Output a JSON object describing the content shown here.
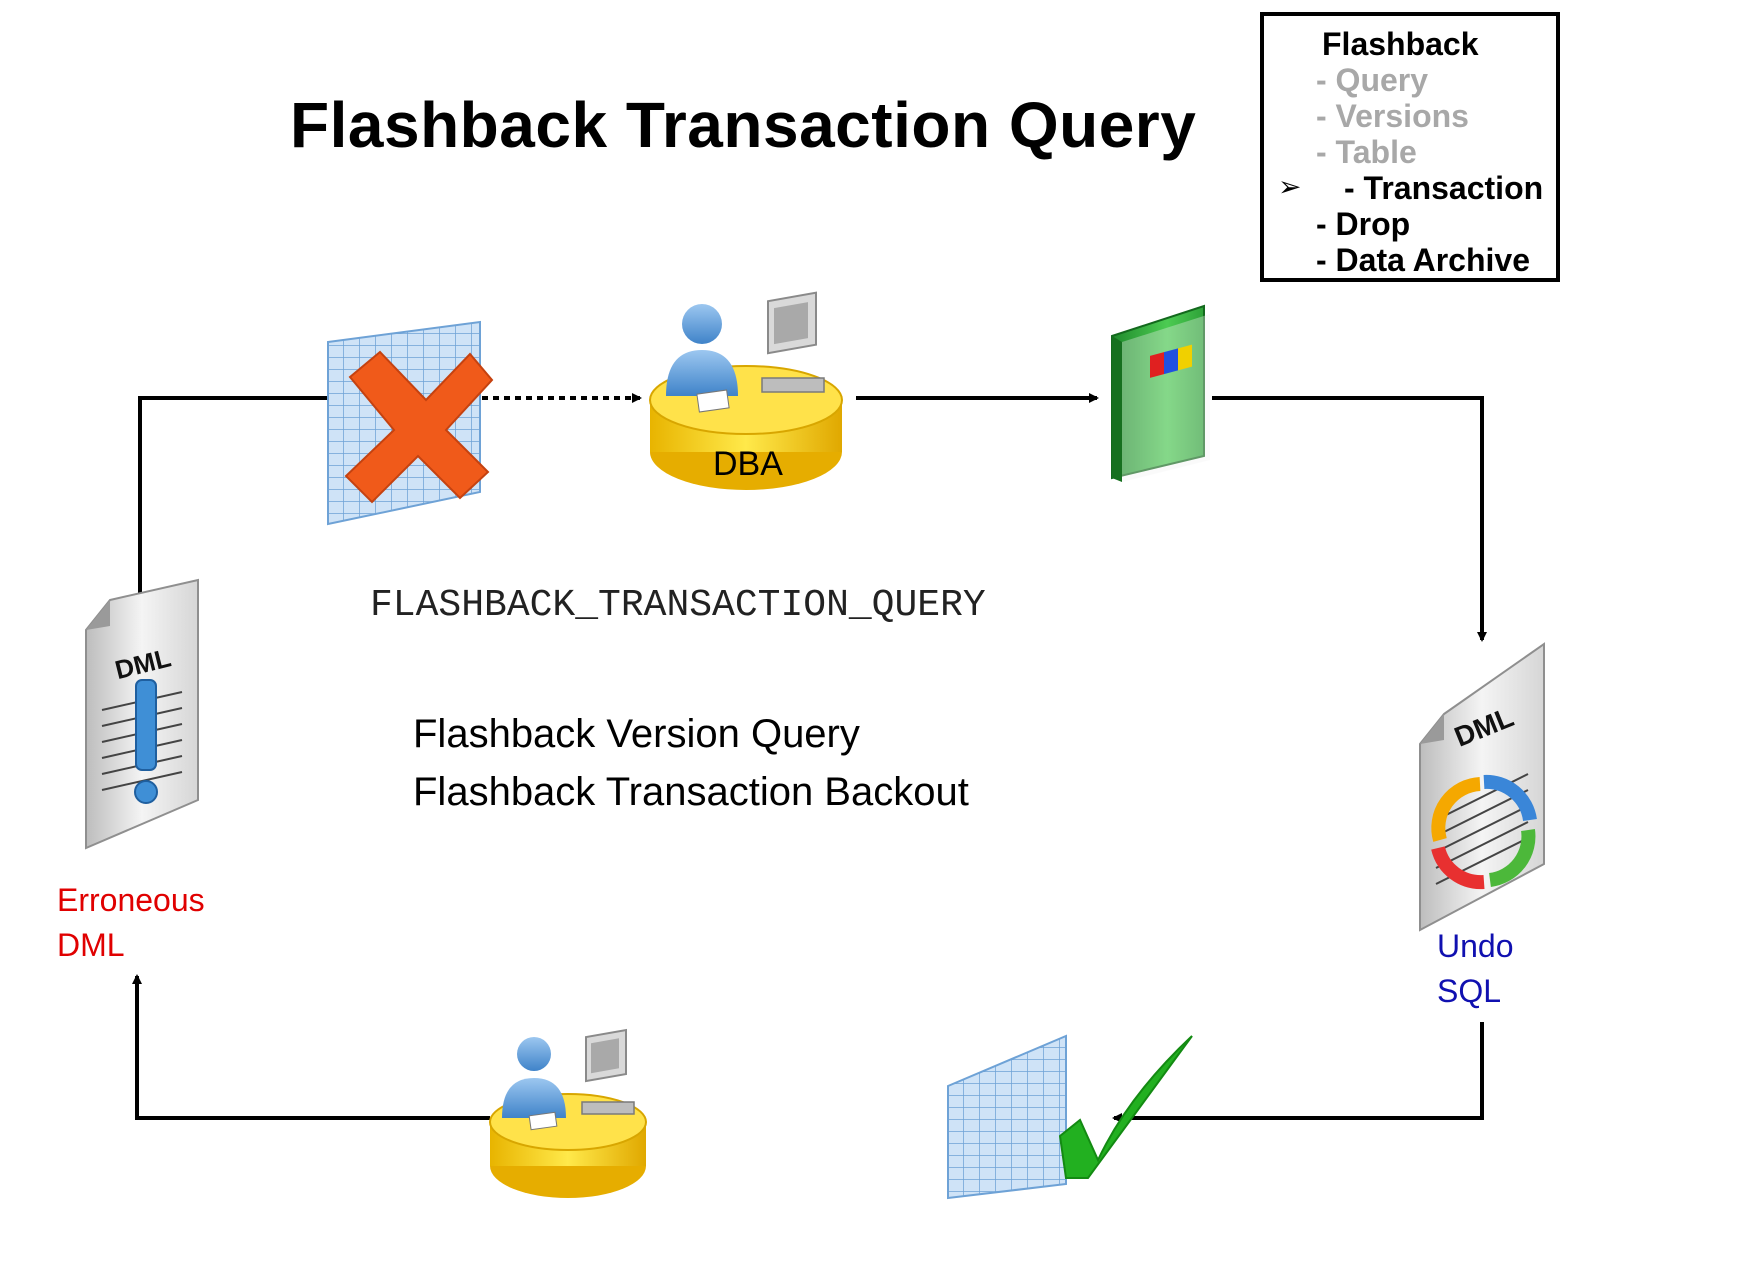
{
  "title": "Flashback Transaction Query",
  "topics": {
    "heading": "Flashback",
    "items": [
      {
        "label": "- Query",
        "state": "inactive"
      },
      {
        "label": "- Versions",
        "state": "inactive"
      },
      {
        "label": "- Table",
        "state": "inactive"
      },
      {
        "label": "- Transaction",
        "state": "current"
      },
      {
        "label": "- Drop",
        "state": "active"
      },
      {
        "label": "- Data Archive",
        "state": "active"
      }
    ],
    "current_marker": "➢"
  },
  "center_text": {
    "code": "FLASHBACK_TRANSACTION_QUERY",
    "line2": "Flashback Version Query",
    "line3": "Flashback Transaction Backout"
  },
  "nodes": {
    "dba_label": "DBA",
    "doc_left_label": "DML",
    "doc_right_label": "DML",
    "erroneous_line1": "Erroneous",
    "erroneous_line2": "DML",
    "undo_line1": "Undo",
    "undo_line2": "SQL"
  },
  "colors": {
    "erroneous": "#e00000",
    "undo": "#1010b0",
    "inactive": "#a8a8a8",
    "cross": "#f05a1a",
    "check": "#22b020",
    "book": "#2eae3a",
    "disk": "#f5c800"
  }
}
